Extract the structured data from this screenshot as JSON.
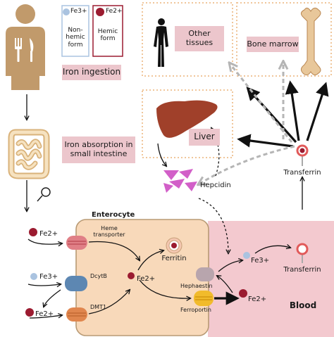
{
  "iron_forms": {
    "nonhemic": {
      "ion": "Fe3+",
      "label": "Non-hemic form"
    },
    "hemic": {
      "ion": "Fe2+",
      "label": "Hemic form"
    }
  },
  "labels": {
    "iron_ingestion": "Iron ingestion",
    "iron_absorption": "Iron absorption in small intestine",
    "other_tissues": "Other tissues",
    "bone_marrow": "Bone marrow",
    "liver": "Liver",
    "hepcidin": "Hepcidin",
    "transferrin_top": "Transferrin",
    "transferrin_blood": "Transferrin",
    "enterocyte": "Enterocyte",
    "blood": "Blood",
    "ferritin": "Ferritin",
    "heme_transporter": "Heme transporter",
    "dcytb": "DcytB",
    "dmt1": "DMT1",
    "hephaestin": "Hephaestin",
    "ferroportin": "Ferroportin"
  },
  "ions": {
    "fe2_left_top": "Fe2+",
    "fe3_left": "Fe3+",
    "fe2_left_bottom": "Fe2+",
    "fe2_inside": "Fe2+",
    "fe3_blood": "Fe3+",
    "fe2_blood": "Fe2+"
  },
  "colors": {
    "pink_box": "#ecc6cc",
    "enterocyte_fill": "#f8d9ba",
    "enterocyte_stroke": "#b89a74",
    "blood_region": "#f3c9cf",
    "person": "#c19a6b",
    "liver": "#a0402a",
    "hepcidin": "#d25fc8",
    "fe2_dot": "#9b1b30",
    "fe3_dot": "#aac3e0",
    "transferrin": "#e15a5a",
    "bone": "#e8c79a"
  },
  "icons": [
    "person-icon",
    "fork-icon",
    "knife-icon",
    "intestine-icon",
    "magnifier-icon",
    "human-silhouette-icon",
    "bone-icon",
    "liver-icon",
    "hepcidin-icon",
    "transferrin-icon",
    "ferritin-icon"
  ]
}
